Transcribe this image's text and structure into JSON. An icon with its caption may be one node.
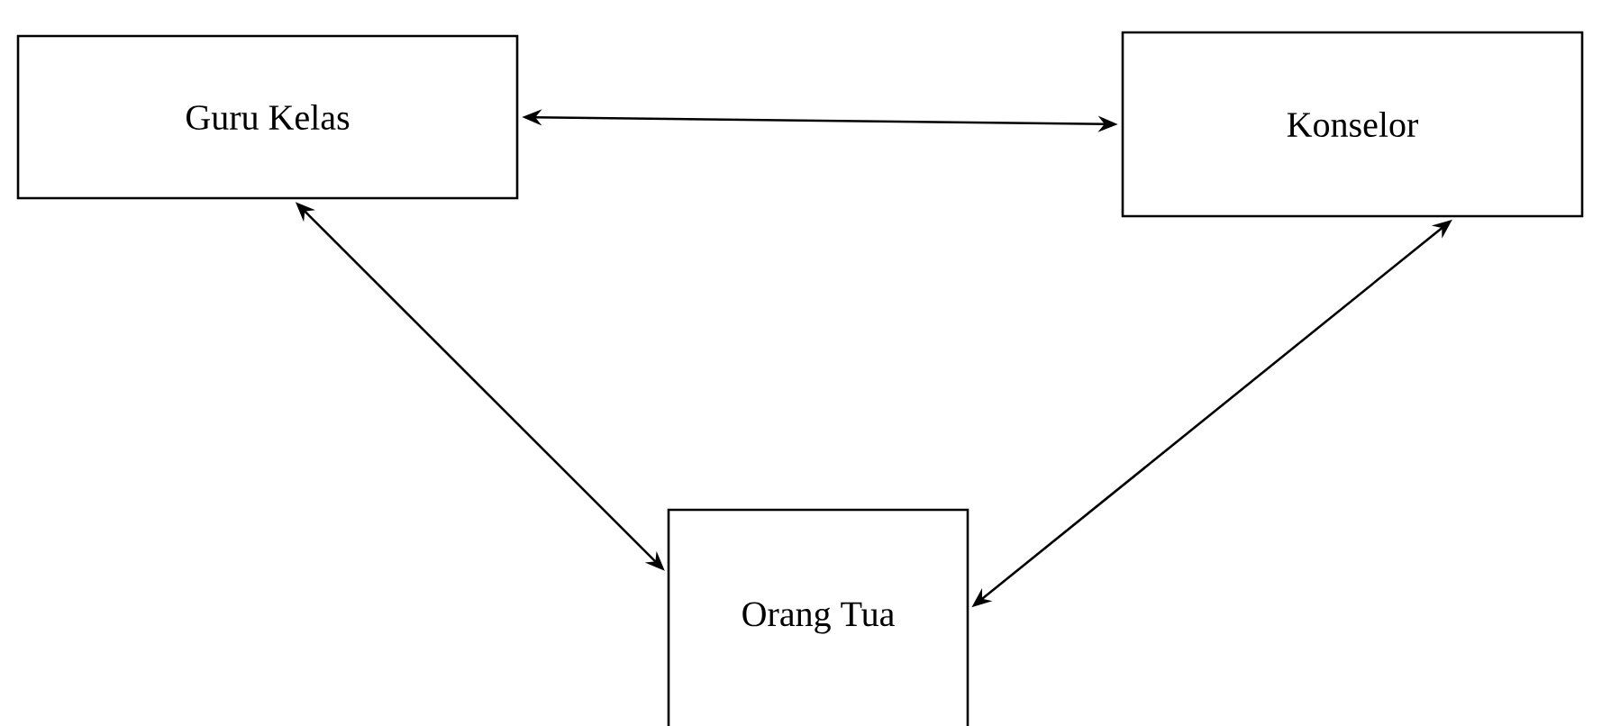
{
  "diagram": {
    "nodes": [
      {
        "text": [
          "Guru Kelas"
        ]
      },
      {
        "text": [
          "Konselor"
        ]
      },
      {
        "text": [
          "Orang Tua"
        ]
      }
    ],
    "edges": [
      {
        "from": 0,
        "to": 1,
        "arrow": "both"
      },
      {
        "from": 0,
        "to": 2,
        "arrow": "both"
      },
      {
        "from": 1,
        "to": 2,
        "arrow": "both"
      }
    ]
  }
}
